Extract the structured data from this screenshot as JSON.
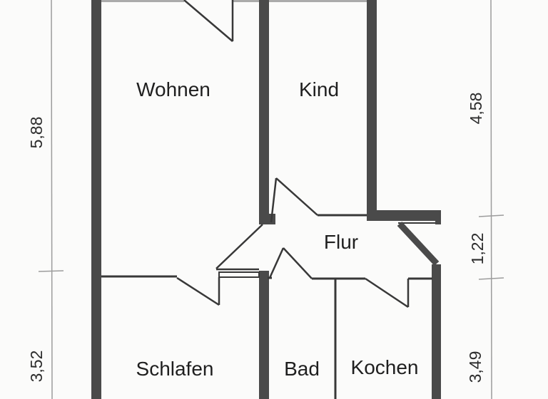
{
  "plan": {
    "type": "floorplan",
    "rooms": [
      {
        "id": "wohnen",
        "label": "Wohnen"
      },
      {
        "id": "kind",
        "label": "Kind"
      },
      {
        "id": "flur",
        "label": "Flur"
      },
      {
        "id": "schlafen",
        "label": "Schlafen"
      },
      {
        "id": "bad",
        "label": "Bad"
      },
      {
        "id": "kochen",
        "label": "Kochen"
      }
    ],
    "dimensions": {
      "left": [
        {
          "label": "5,88"
        },
        {
          "label": "3,52"
        }
      ],
      "right": [
        {
          "label": "4,58"
        },
        {
          "label": "1,22"
        },
        {
          "label": "3,49"
        }
      ]
    },
    "colors": {
      "wall": "#4a4a4a",
      "thin_line": "#383838",
      "dim_line": "#9c9c9c",
      "background": "#fbfbfa",
      "label_text": "#1f1f1f"
    }
  }
}
